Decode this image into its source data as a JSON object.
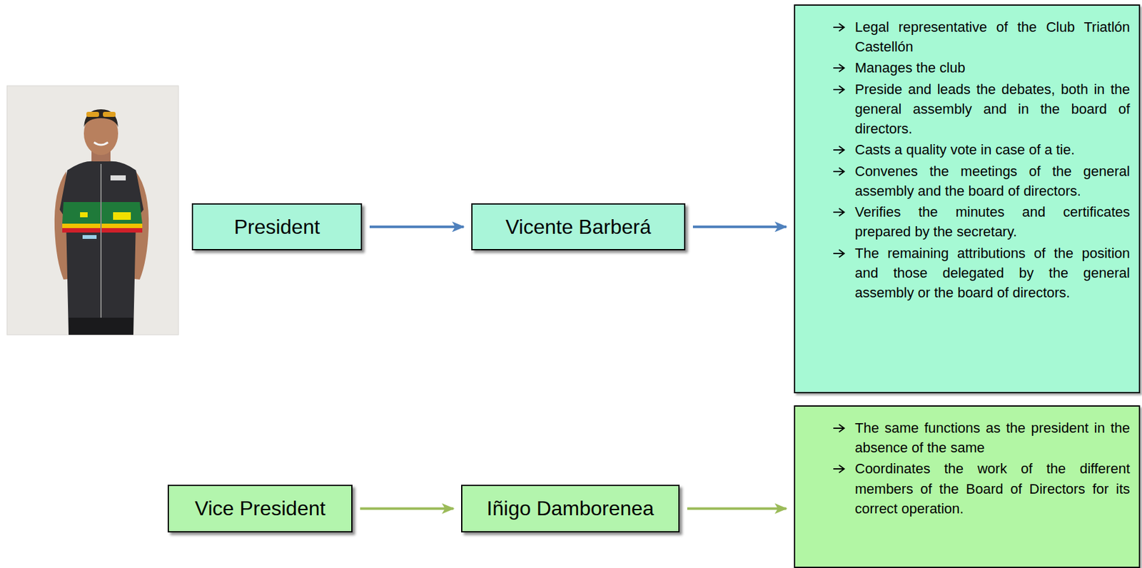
{
  "diagram": {
    "nodes": [
      {
        "text": [
          "President"
        ]
      },
      {
        "text": [
          "Vicente Barberá"
        ]
      },
      {
        "text": [
          "Legal representative of the Club Triatlón Castellón",
          "Manages the club",
          "Preside and leads the debates, both in the general assembly and in the board of directors.",
          "Casts a quality vote in case of a tie.",
          "Convenes the meetings of the general assembly and the board of directors.",
          "Verifies the minutes and certificates prepared by the secretary.",
          "The remaining attributions of the position and those delegated by the general assembly or the board of directors."
        ]
      },
      {
        "text": [
          "Vice President"
        ]
      },
      {
        "text": [
          "Iñigo Damborenea"
        ]
      },
      {
        "text": [
          "The same functions as the president in the absence of the same",
          "Coordinates the work of the different members of the Board of Directors for its correct operation."
        ]
      }
    ],
    "edges": [
      {
        "from": 0,
        "to": 1,
        "arrow": "to"
      },
      {
        "from": 1,
        "to": 2,
        "arrow": "to"
      },
      {
        "from": 3,
        "to": 4,
        "arrow": "to"
      },
      {
        "from": 4,
        "to": 5,
        "arrow": "to"
      }
    ]
  }
}
